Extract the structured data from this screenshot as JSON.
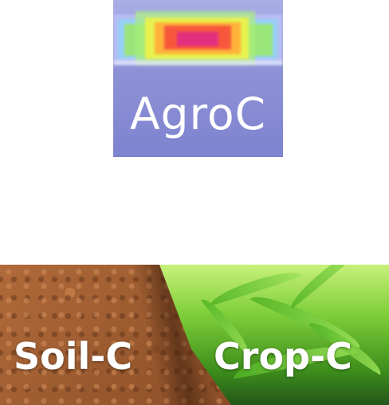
{
  "logo": {
    "wordmark": "AgroC"
  },
  "banner": {
    "left_label": "Soil-C",
    "right_label": "Crop-C"
  }
}
